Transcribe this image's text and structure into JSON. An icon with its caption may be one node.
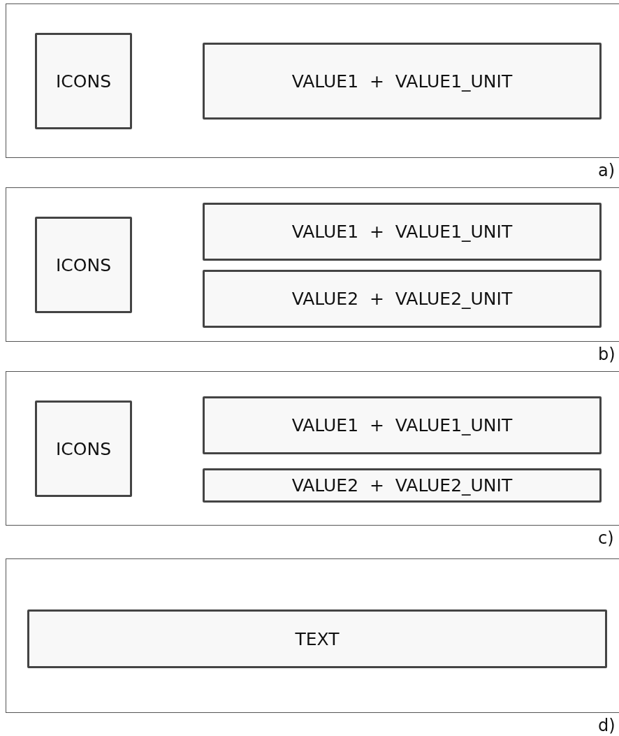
{
  "diagram": {
    "nodes": [
      {
        "text": [],
        "shape": "box",
        "beside": [
          "a)"
        ]
      },
      {
        "text": [
          "ICONS"
        ],
        "in": 0
      },
      {
        "text": [
          "VALUE1  +  VALUE1_UNIT"
        ],
        "in": 0
      },
      {
        "text": [],
        "shape": "box",
        "beside": [
          "b)"
        ]
      },
      {
        "text": [
          "ICONS"
        ],
        "in": 3
      },
      {
        "text": [
          "VALUE1  +  VALUE1_UNIT"
        ],
        "in": 3
      },
      {
        "text": [
          "VALUE2  +  VALUE2_UNIT"
        ],
        "in": 3
      },
      {
        "text": [],
        "shape": "box",
        "beside": [
          "c)"
        ]
      },
      {
        "text": [
          "ICONS"
        ],
        "in": 7
      },
      {
        "text": [
          "VALUE1  +  VALUE1_UNIT"
        ],
        "in": 7
      },
      {
        "text": [
          "VALUE2  +  VALUE2_UNIT"
        ],
        "in": 7
      },
      {
        "text": [],
        "shape": "box",
        "beside": [
          "d)"
        ]
      },
      {
        "text": [
          "TEXT"
        ],
        "in": 11
      }
    ],
    "edges": []
  }
}
